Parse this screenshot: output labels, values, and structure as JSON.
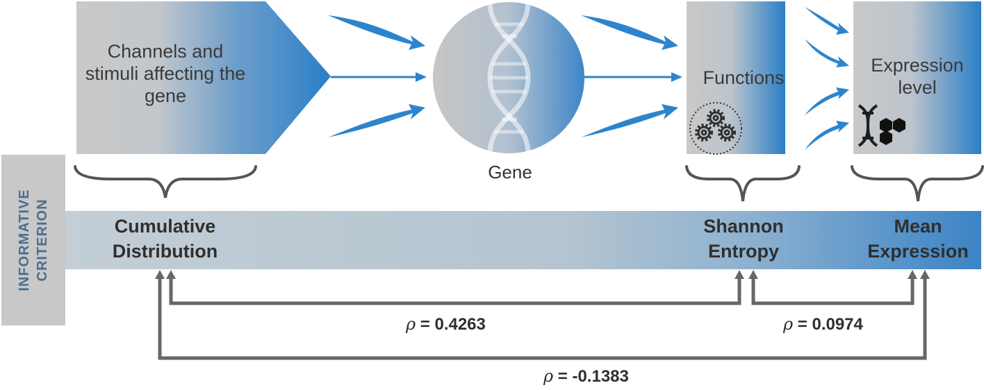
{
  "stages": {
    "channels_label": "Channels and stimuli affecting the gene",
    "gene_label": "Gene",
    "functions_label": "Functions",
    "expression_label": "Expression level"
  },
  "side_label": {
    "line1": "Informative",
    "line2": "Criterion"
  },
  "criteria": {
    "cumulative": "Cumulative Distribution",
    "shannon": "Shannon Entropy",
    "mean": "Mean Expression"
  },
  "correlations": {
    "symbol": "ρ",
    "cumulative_shannon": "= 0.4263",
    "shannon_mean": "= 0.0974",
    "cumulative_mean": "= -0.1383"
  },
  "colors": {
    "blue": "#2a7fc8",
    "gray": "#c8c8c8",
    "bar_light": "#c8d2d9",
    "bar_blue": "#3f85c6",
    "connector": "#676767",
    "arrow_blue": "#2d84cc"
  },
  "icons": [
    "dna-helix-icon",
    "gears-icon",
    "dna-molecule-icon",
    "brace-icon"
  ]
}
